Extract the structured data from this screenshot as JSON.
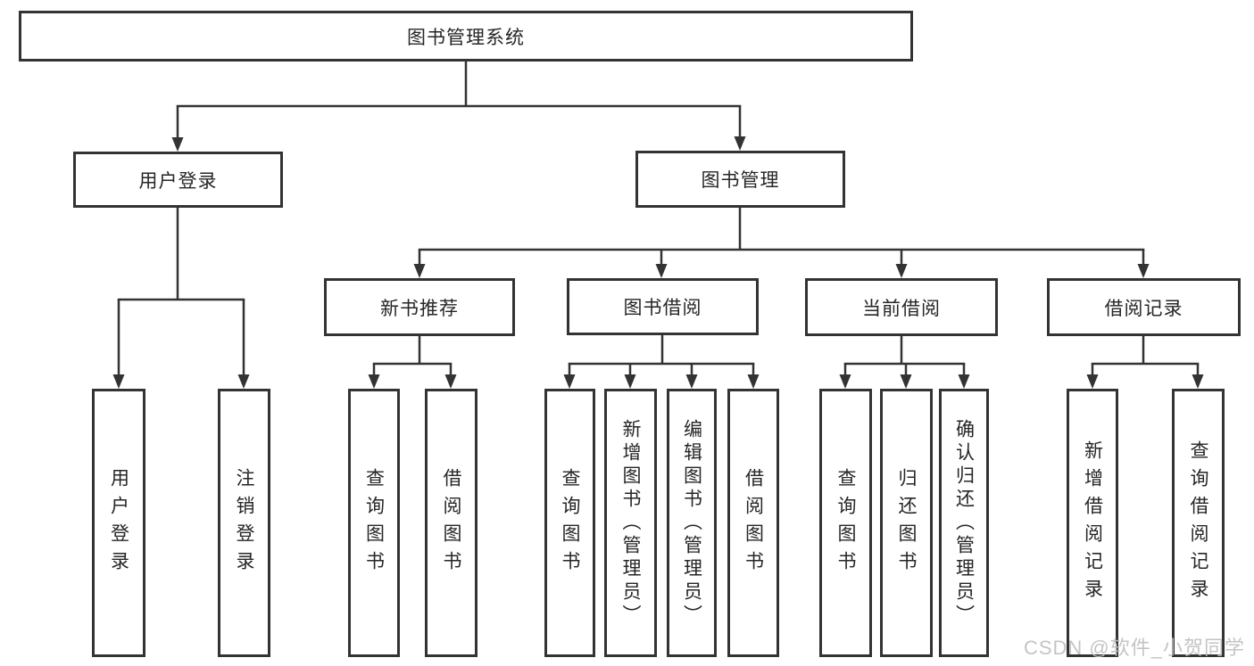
{
  "diagram": {
    "watermark": "CSDN @软件_小贺同学",
    "colors": {
      "line": "#333333",
      "text": "#262626",
      "watermark": "#bfbfbf",
      "background": "#ffffff"
    },
    "tree": {
      "root": {
        "label": "图书管理系统",
        "children": [
          {
            "label": "用户登录",
            "children": [
              {
                "label": "用户登录"
              },
              {
                "label": "注销登录"
              }
            ]
          },
          {
            "label": "图书管理",
            "children": [
              {
                "label": "新书推荐",
                "children": [
                  {
                    "label": "查询图书"
                  },
                  {
                    "label": "借阅图书"
                  }
                ]
              },
              {
                "label": "图书借阅",
                "children": [
                  {
                    "label": "查询图书"
                  },
                  {
                    "label": "新增图书（管理员）"
                  },
                  {
                    "label": "编辑图书（管理员）"
                  },
                  {
                    "label": "借阅图书"
                  }
                ]
              },
              {
                "label": "当前借阅",
                "children": [
                  {
                    "label": "查询图书"
                  },
                  {
                    "label": "归还图书"
                  },
                  {
                    "label": "确认归还（管理员）"
                  }
                ]
              },
              {
                "label": "借阅记录",
                "children": [
                  {
                    "label": "新增借阅记录"
                  },
                  {
                    "label": "查询借阅记录"
                  }
                ]
              }
            ]
          }
        ]
      }
    }
  }
}
